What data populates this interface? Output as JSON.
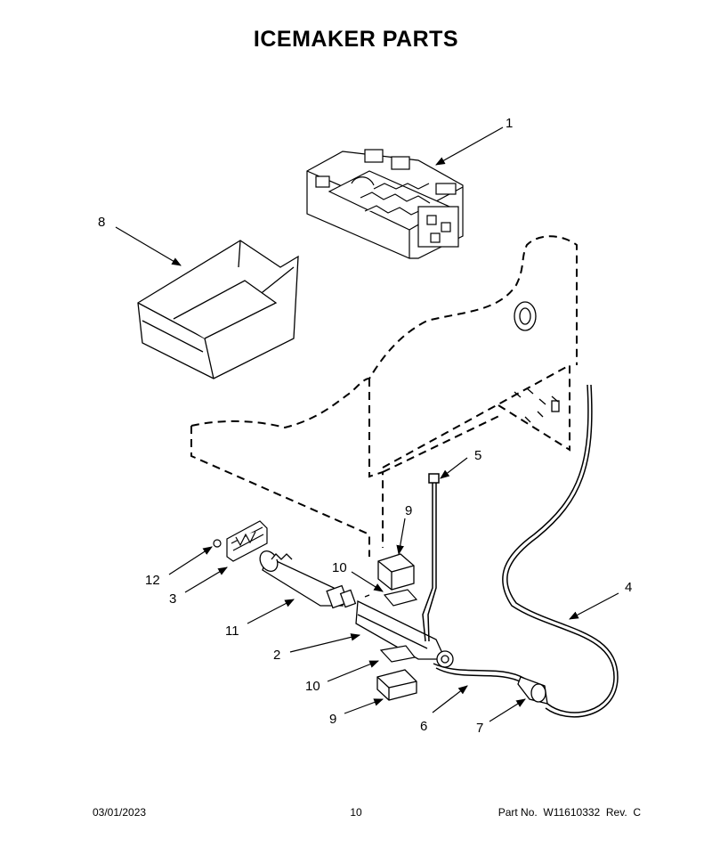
{
  "page": {
    "title": "ICEMAKER PARTS",
    "footer": {
      "date": "03/01/2023",
      "page_number": "10",
      "part_number": "Part No.  W11610332  Rev.  C"
    }
  },
  "callouts": [
    {
      "id": "c1",
      "label": "1"
    },
    {
      "id": "c8",
      "label": "8"
    },
    {
      "id": "c5",
      "label": "5"
    },
    {
      "id": "c9a",
      "label": "9"
    },
    {
      "id": "c10a",
      "label": "10"
    },
    {
      "id": "c12",
      "label": "12"
    },
    {
      "id": "c3",
      "label": "3"
    },
    {
      "id": "c11",
      "label": "11"
    },
    {
      "id": "c2",
      "label": "2"
    },
    {
      "id": "c4",
      "label": "4"
    },
    {
      "id": "c10b",
      "label": "10"
    },
    {
      "id": "c9b",
      "label": "9"
    },
    {
      "id": "c6",
      "label": "6"
    },
    {
      "id": "c7",
      "label": "7"
    }
  ]
}
